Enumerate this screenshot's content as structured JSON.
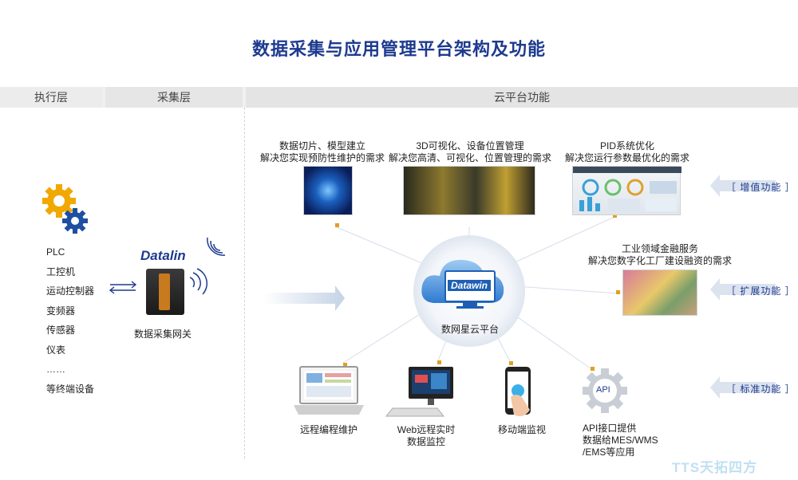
{
  "title": "数据采集与应用管理平台架构及功能",
  "layers": {
    "exec": "执行层",
    "collect": "采集层",
    "cloud": "云平台功能"
  },
  "devices": [
    "PLC",
    "工控机",
    "运动控制器",
    "变频器",
    "传感器",
    "仪表",
    "……",
    "等终端设备"
  ],
  "gateway": {
    "logo": "Datalin",
    "label": "数据采集网关"
  },
  "center": {
    "logo": "Datawin",
    "label": "数网星云平台"
  },
  "value_added": [
    {
      "title": "数据切片、模型建立",
      "desc": "解决您实现预防性维护的需求"
    },
    {
      "title": "3D可视化、设备位置管理",
      "desc": "解决您高清、可视化、位置管理的需求"
    },
    {
      "title": "PID系统优化",
      "desc": "解决您运行参数最优化的需求"
    }
  ],
  "extension": {
    "title": "工业领域金融服务",
    "desc": "解决您数字化工厂建设融资的需求"
  },
  "standard": [
    {
      "label": "远程编程维护"
    },
    {
      "label1": "Web远程实时",
      "label2": "数据监控"
    },
    {
      "label": "移动端监视"
    },
    {
      "label1": "API接口提供",
      "label2": "数据给MES/WMS",
      "label3": "/EMS等应用"
    }
  ],
  "api_badge": "API",
  "side_tags": {
    "value": "［ 增值功能 ］",
    "ext": "［ 扩展功能 ］",
    "std": "［ 标准功能 ］"
  },
  "watermark": "TTS天拓四方",
  "colors": {
    "accent": "#1d3a8f",
    "gear_yellow": "#f1a800",
    "gear_blue": "#1f4fa3"
  }
}
